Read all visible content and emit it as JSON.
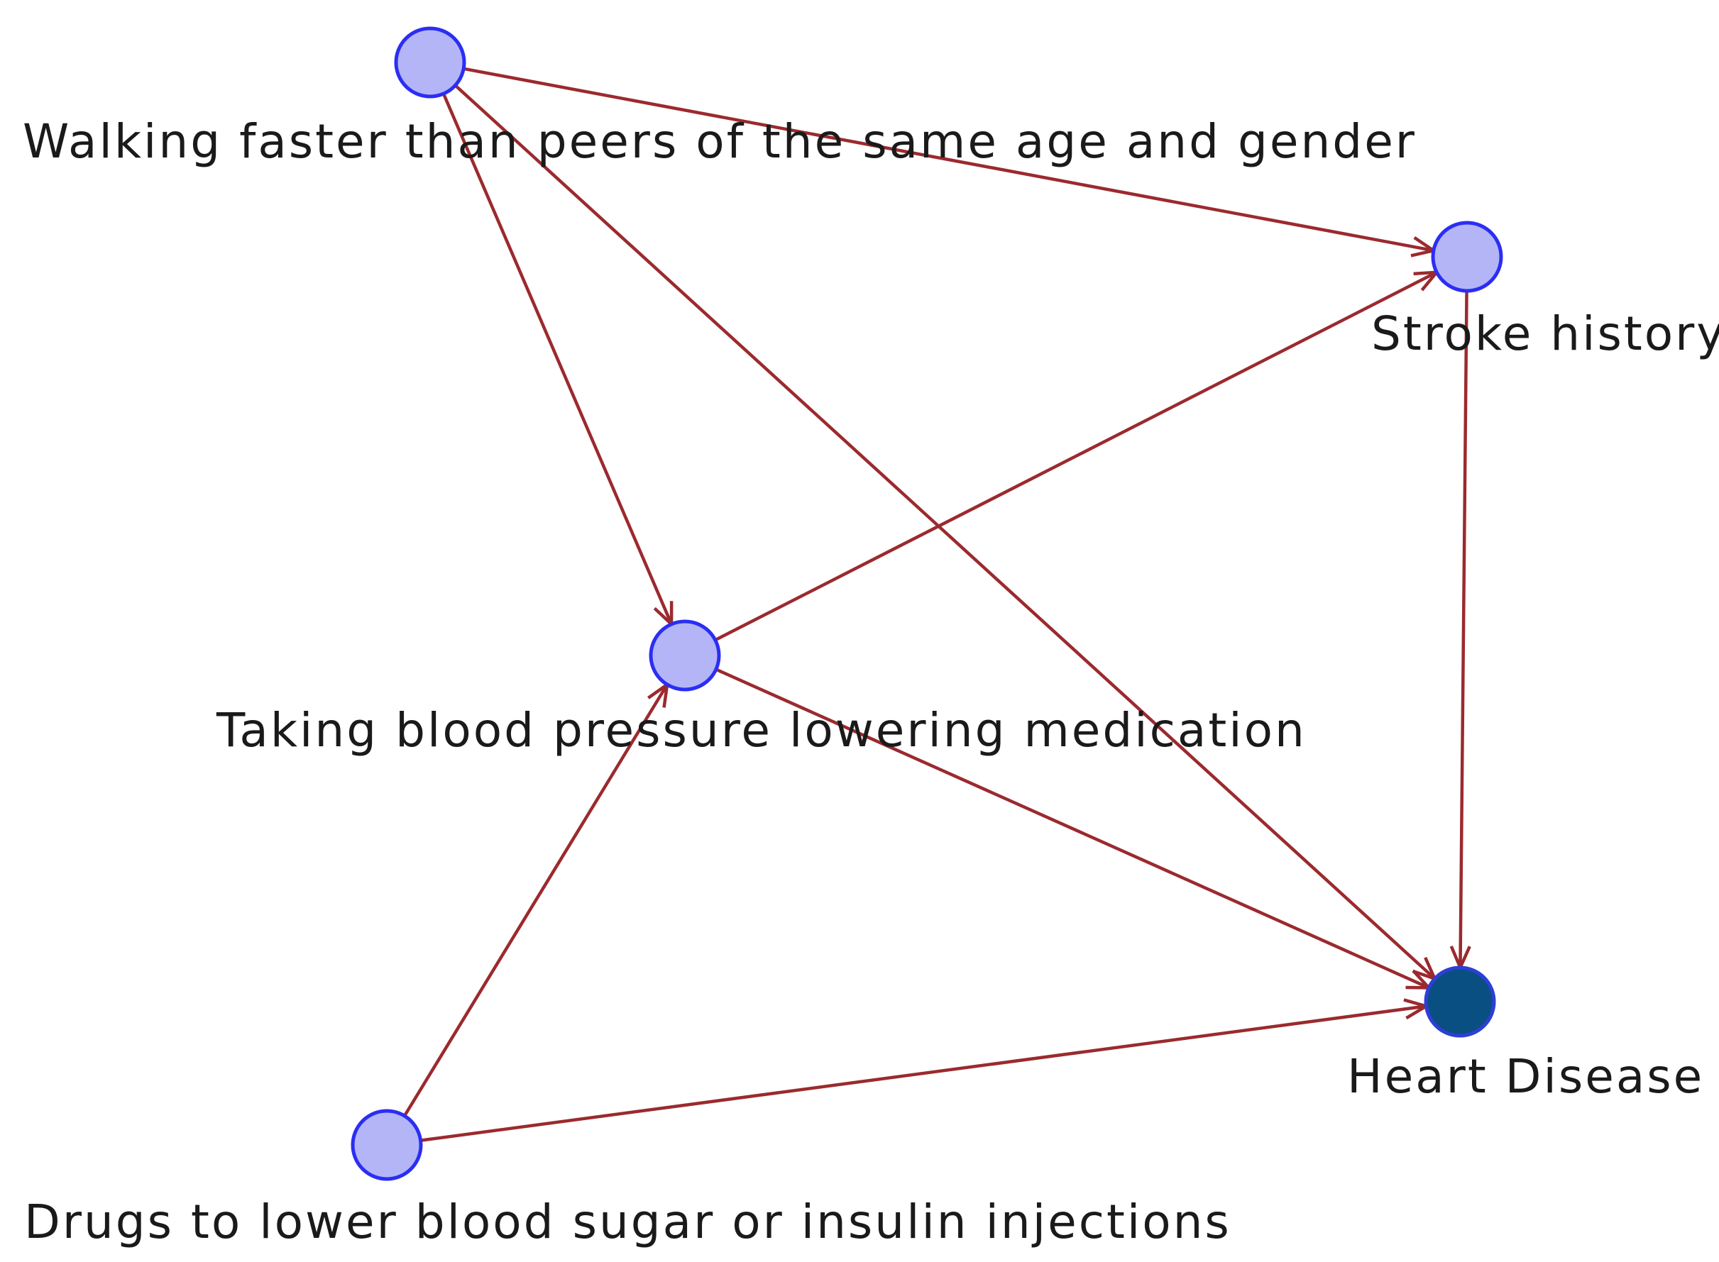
{
  "colors": {
    "edge": "#9b2a2e",
    "node_fill": "#b3b5f7",
    "node_stroke": "#2b2ef2",
    "target_fill": "#0a4f82",
    "target_stroke": "#2d3fd6",
    "label": "#1a1a1a"
  },
  "nodes": [
    {
      "id": "walking",
      "label": "Walking faster than peers of the same age and gender",
      "kind": "variable"
    },
    {
      "id": "stroke",
      "label": "Stroke history",
      "kind": "variable"
    },
    {
      "id": "bp_med",
      "label": "Taking blood pressure lowering medication",
      "kind": "variable"
    },
    {
      "id": "heart",
      "label": "Heart Disease",
      "kind": "outcome"
    },
    {
      "id": "drugs",
      "label": "Drugs to lower blood sugar or insulin injections",
      "kind": "variable"
    }
  ],
  "edges": [
    {
      "from": "walking",
      "to": "stroke"
    },
    {
      "from": "walking",
      "to": "bp_med"
    },
    {
      "from": "walking",
      "to": "heart"
    },
    {
      "from": "bp_med",
      "to": "stroke"
    },
    {
      "from": "stroke",
      "to": "heart"
    },
    {
      "from": "bp_med",
      "to": "heart"
    },
    {
      "from": "drugs",
      "to": "bp_med"
    },
    {
      "from": "drugs",
      "to": "heart"
    }
  ]
}
